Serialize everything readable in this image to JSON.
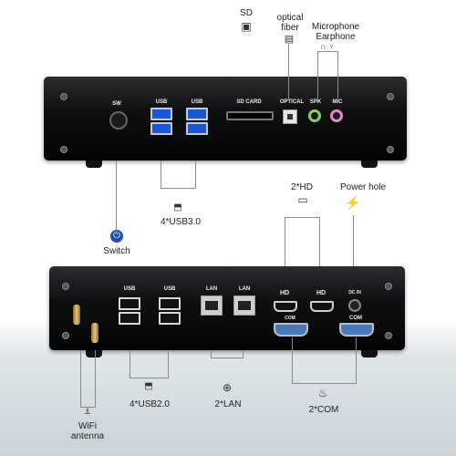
{
  "top_panel": {
    "ports": {
      "sw": "SW",
      "usb1": "USB",
      "usb2": "USB",
      "sd": "SD CARD",
      "optical": "OPTICAL",
      "spk": "SPK",
      "mic": "MIC"
    }
  },
  "top_callouts": {
    "sd": "SD",
    "optical": "optical\nfiber",
    "mic_ear": "Microphone\nEarphone",
    "usb3": "4*USB3.0",
    "switch": "Switch",
    "hd": "2*HD",
    "power": "Power hole"
  },
  "bottom_panel": {
    "ports": {
      "usb1": "USB",
      "usb2": "USB",
      "lan1": "LAN",
      "lan2": "LAN",
      "hd1": "HD",
      "hd2": "HD",
      "dcin": "DC IN",
      "com1": "COM",
      "com2": "COM"
    }
  },
  "bottom_callouts": {
    "usb2": "4*USB2.0",
    "lan": "2*LAN",
    "com": "2*COM",
    "wifi": "WiFi\nantenna"
  }
}
